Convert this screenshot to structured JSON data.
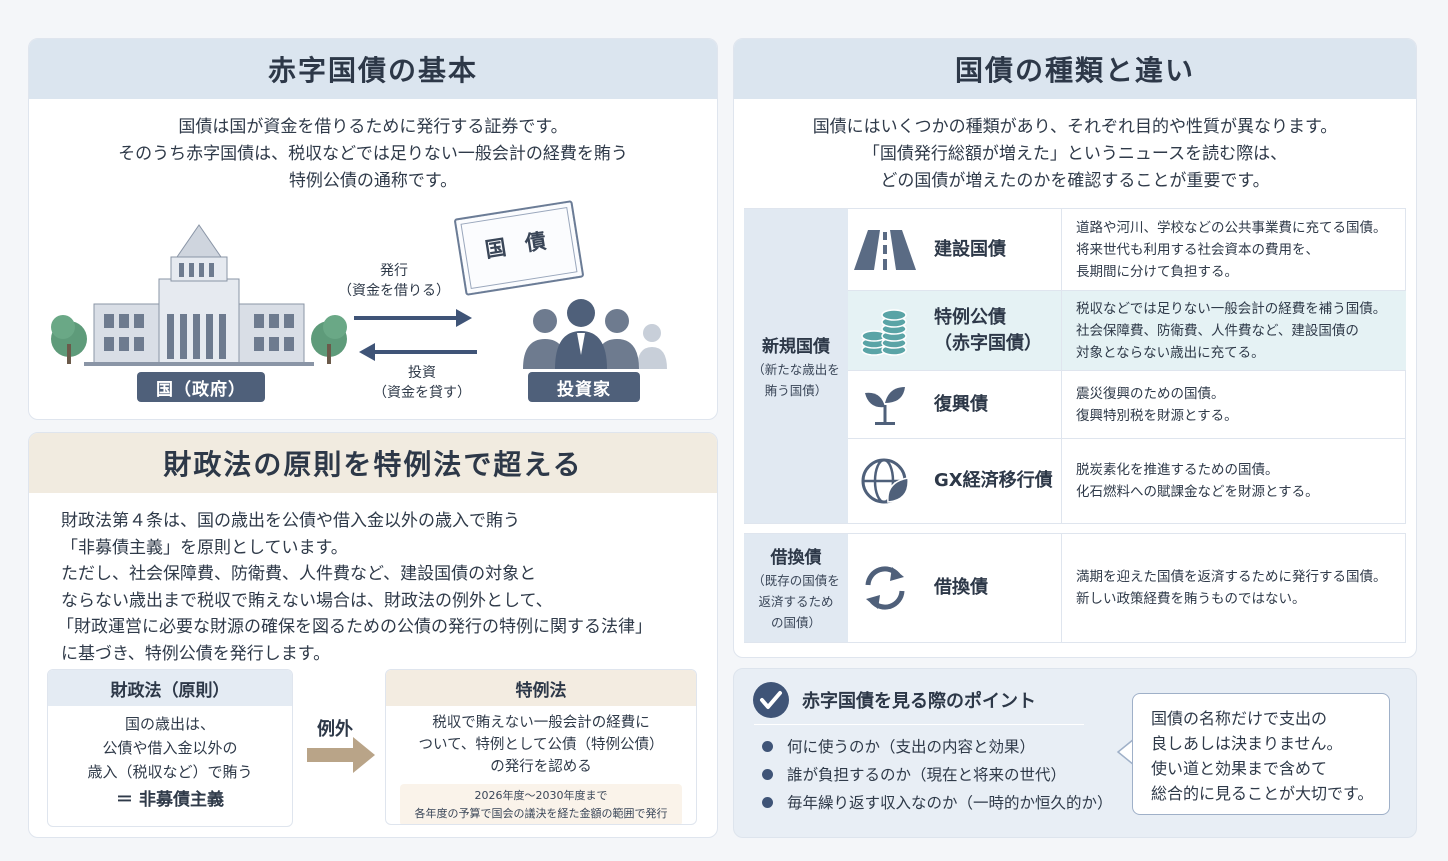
{
  "panel1": {
    "title": "赤字国債の基本",
    "intro": [
      "国債は国が資金を借りるために発行する証券です。",
      "そのうち赤字国債は、税収などでは足りない一般会計の経費を賄う",
      "特例公債の通称です。"
    ],
    "government_label": "国（政府）",
    "investor_label": "投資家",
    "certificate_label": "国 債",
    "issue": {
      "line1": "発行",
      "line2": "（資金を借りる）"
    },
    "invest": {
      "line1": "投資",
      "line2": "（資金を貸す）"
    }
  },
  "panel2": {
    "title": "財政法の原則を特例法で超える",
    "body": [
      "財政法第４条は、国の歳出を公債や借入金以外の歳入で賄う",
      "「非募債主義」を原則としています。",
      "ただし、社会保障費、防衛費、人件費など、建設国債の対象と",
      "ならない歳出まで税収で賄えない場合は、財政法の例外として、",
      "「財政運営に必要な財源の確保を図るための公債の発行の特例に関する法律」",
      "に基づき、特例公債を発行します。"
    ],
    "principle": {
      "title": "財政法（原則）",
      "lines": [
        "国の歳出は、",
        "公債や借入金以外の",
        "歳入（税収など）で賄う"
      ],
      "conclusion": "＝ 非募債主義"
    },
    "exception_label": "例外",
    "special": {
      "title": "特例法",
      "lines": [
        "税収で賄えない一般会計の経費に",
        "ついて、特例として公債（特例公債）",
        "の発行を認める"
      ],
      "note": [
        "2026年度～2030年度まで",
        "各年度の予算で国会の議決を経た金額の範囲で発行"
      ]
    }
  },
  "panel3": {
    "title": "国債の種類と違い",
    "intro": [
      "国債にはいくつかの種類があり、それぞれ目的や性質が異なります。",
      "「国債発行総額が増えた」というニュースを読む際は、",
      "どの国債が増えたのかを確認することが重要です。"
    ],
    "new_category": {
      "title": "新規国債",
      "sub": [
        "（新たな歳出を",
        "賄う国債）"
      ]
    },
    "refi_category": {
      "title": "借換債",
      "sub": [
        "（既存の国債を",
        "返済するため",
        "の国債）"
      ]
    },
    "rows": [
      {
        "icon": "road-icon",
        "name": [
          "建設国債"
        ],
        "desc": [
          "道路や河川、学校などの公共事業費に充てる国債。",
          "将来世代も利用する社会資本の費用を、",
          "長期間に分けて負担する。"
        ]
      },
      {
        "icon": "coins-icon",
        "name": [
          "特例公債",
          "（赤字国債）"
        ],
        "desc": [
          "税収などでは足りない一般会計の経費を補う国債。",
          "社会保障費、防衛費、人件費など、建設国債の",
          "対象とならない歳出に充てる。"
        ]
      },
      {
        "icon": "sprout-icon",
        "name": [
          "復興債"
        ],
        "desc": [
          "震災復興のための国債。",
          "復興特別税を財源とする。"
        ]
      },
      {
        "icon": "globe-leaf-icon",
        "name": [
          "GX経済移行債"
        ],
        "desc": [
          "脱炭素化を推進するための国債。",
          "化石燃料への賦課金などを財源とする。"
        ]
      },
      {
        "icon": "refresh-icon",
        "name": [
          "借換債"
        ],
        "desc": [
          "満期を迎えた国債を返済するために発行する国債。",
          "新しい政策経費を賄うものではない。"
        ]
      }
    ]
  },
  "panel4": {
    "title": "赤字国債を見る際のポイント",
    "points": [
      "何に使うのか（支出の内容と効果）",
      "誰が負担するのか（現在と将来の世代）",
      "毎年繰り返す収入なのか（一時的か恒久的か）"
    ],
    "bubble": [
      "国債の名称だけで支出の",
      "良しあしは決まりません。",
      "使い道と効果まで含めて",
      "総合的に見ることが大切です。"
    ]
  },
  "colors": {
    "navy": "#4f607a",
    "accent_blue": "#3f5477",
    "highlight": "#e5f2f4",
    "beige": "#f1ebe0"
  }
}
